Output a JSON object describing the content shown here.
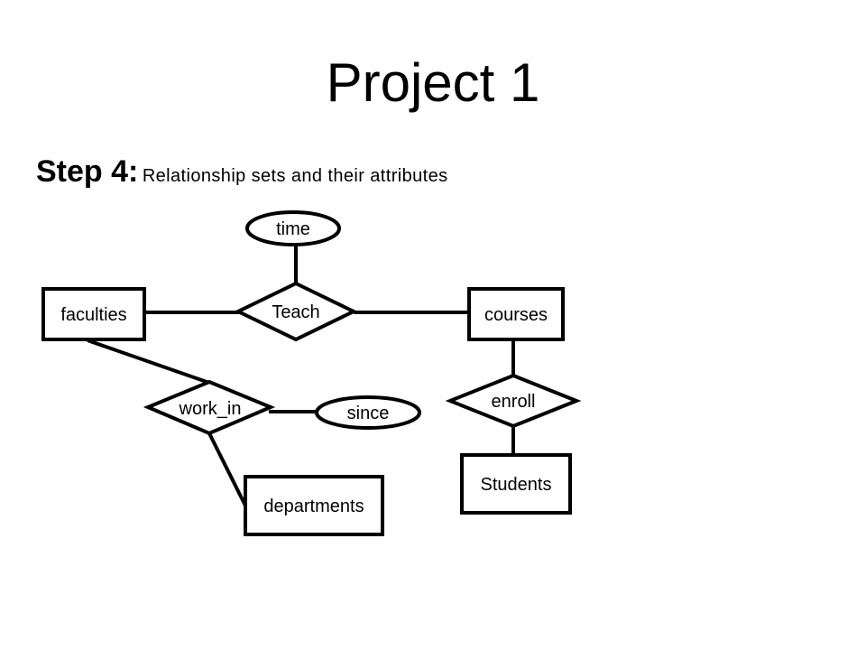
{
  "slide": {
    "title": "Project 1",
    "step_label": "Step 4:",
    "step_description": "Relationship sets and their attributes"
  },
  "diagram": {
    "entities": {
      "faculties": "faculties",
      "courses": "courses",
      "departments": "departments",
      "students": "Students"
    },
    "relationships": {
      "teach": "Teach",
      "work_in": "work_in",
      "enroll": "enroll"
    },
    "attributes": {
      "time": "time",
      "since": "since"
    }
  }
}
